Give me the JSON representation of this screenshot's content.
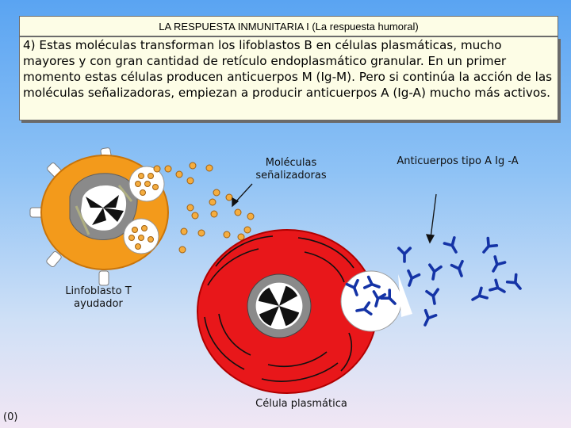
{
  "slide": {
    "title": "LA RESPUESTA INMUNITARIA I (La respuesta humoral)",
    "paragraph": "4) Estas moléculas transforman los lifoblastos B en células plasmáticas, mucho mayores y con gran cantidad de retículo endoplasmático granular. En un primer momento estas células producen anticuerpos M (Ig-M). Pero si continúa la acción de las moléculas señalizadoras, empiezan a producir anticuerpos A (Ig-A) mucho más activos.",
    "page_marker": "(0)"
  },
  "labels": {
    "signal_molecules": "Moléculas señalizadoras",
    "antibodies": "Anticuerpos tipo A Ig -A",
    "helper_cell": "Linfoblasto T ayudador",
    "plasma_cell": "Célula plasmática"
  },
  "colors": {
    "title_box_bg": "#fdfde6",
    "helper_cell": "#f39a1b",
    "nucleus": "#8f8f8f",
    "plasma_cell": "#e8171a",
    "antibody": "#1433a6",
    "molecule": "#f5ad3f"
  }
}
